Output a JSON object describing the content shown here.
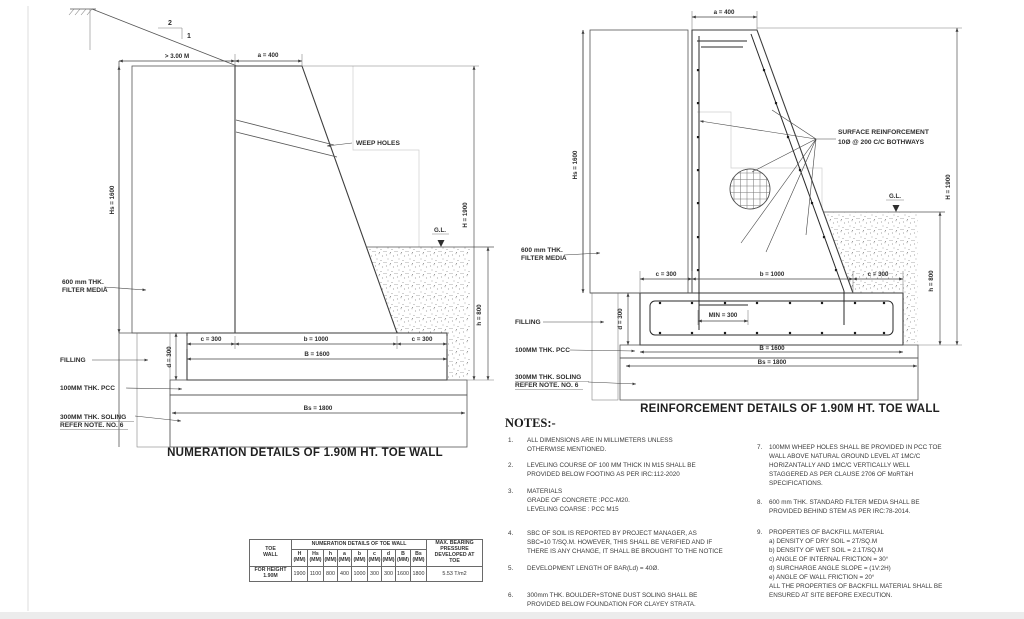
{
  "colors": {
    "line": "#3e3e3e",
    "text": "#2d2d2d",
    "faint_construction": "#cfcfcf"
  },
  "left": {
    "title": "NUMERATION DETAILS OF 1.90M HT. TOE WALL",
    "dim_offset": "> 3.00 M",
    "dim_a": "a = 400",
    "slope_2": "2",
    "slope_1": "1",
    "dim_hs": "Hs = 1600",
    "dim_H": "H = 1900",
    "dim_h": "h = 800",
    "gl": "G.L.",
    "weep": "WEEP HOLES",
    "filter1": "600 mm THK.",
    "filter2": "FILTER MEDIA",
    "filling": "FILLING",
    "pcc": "100MM THK. PCC",
    "soling1": "300MM THK. SOLING",
    "soling2": "REFER NOTE. NO. 6",
    "dim_c1": "c = 300",
    "dim_b": "b = 1000",
    "dim_c2": "c = 300",
    "dim_B": "B = 1600",
    "dim_d": "d = 300",
    "dim_Bs": "Bs = 1800"
  },
  "right": {
    "title": "REINFORCEMENT DETAILS OF 1.90M HT. TOE WALL",
    "dim_a": "a = 400",
    "dim_hs": "Hs = 1600",
    "dim_H": "H = 1900",
    "dim_h": "h = 800",
    "gl": "G.L.",
    "surf1": "SURFACE REINFORCEMENT",
    "surf2": "10Ø @ 200 C/C  BOTHWAYS",
    "filter1": "600 mm THK.",
    "filter2": "FILTER MEDIA",
    "filling": "FILLING",
    "pcc": "100MM THK. PCC",
    "soling1": "300MM THK. SOLING",
    "soling2": "REFER NOTE. NO. 6",
    "dim_c1": "c = 300",
    "dim_b": "b = 1000",
    "dim_c2": "c = 300",
    "dim_min": "MIN = 300",
    "dim_B": "B = 1600",
    "dim_d": "d = 300",
    "dim_Bs": "Bs = 1800"
  },
  "notes": {
    "heading": "NOTES:-",
    "col1": [
      {
        "n": "1.",
        "t": "ALL DIMENSIONS ARE IN MILLIMETERS UNLESS\nOTHERWISE MENTIONED."
      },
      {
        "n": "2.",
        "t": "LEVELING COURSE OF 100 MM THICK IN M15 SHALL BE\nPROVIDED BELOW FOOTING AS PER IRC:112-2020"
      },
      {
        "n": "3.",
        "t": "MATERIALS\nGRADE OF CONCRETE :PCC-M20.\nLEVELING COARSE : PCC M15"
      },
      {
        "n": "4.",
        "t": "SBC OF SOIL IS REPORTED BY PROJECT MANAGER, AS\nSBC=10 T/SQ.M. HOWEVER, THIS SHALL BE VERIFIED AND IF\nTHERE IS ANY CHANGE, IT SHALL BE BROUGHT TO THE NOTICE"
      },
      {
        "n": "5.",
        "t": "DEVELOPMENT LENGTH OF BAR(Ld) = 40Ø."
      },
      {
        "n": "6.",
        "t": "300mm THK. BOULDER+STONE DUST SOLING SHALL BE\nPROVIDED BELOW  FOUNDATION FOR CLAYEY STRATA."
      }
    ],
    "col2": [
      {
        "n": "7.",
        "t": "100MM WHEEP HOLES SHALL BE PROVIDED IN PCC TOE\nWALL ABOVE NATURAL GROUND LEVEL AT 1MC/C\nHORIZANTALLY AND 1MC/C VERTICALLY WELL\nSTAGGERED AS PER CLAUSE 2706 OF MoRT&H\nSPECIFICATIONS."
      },
      {
        "n": "8.",
        "t": "600 mm THK. STANDARD FILTER MEDIA SHALL BE\nPROVIDED BEHIND STEM AS PER IRC:78-2014."
      },
      {
        "n": "9.",
        "t": "PROPERTIES OF BACKFILL MATERIAL\na) DENSITY OF DRY SOIL = 2T/SQ.M\nb) DENSITY OF WET SOIL = 2.1T/SQ.M\nc) ANGLE OF INTERNAL FRICTION = 30°\nd) SURCHARGE ANGLE SLOPE = (1V:2H)\ne) ANGLE OF WALL FRICTION = 20°\nALL THE PROPERTIES OF BACKFILL MATERIAL SHALL BE\n      ENSURED AT SITE BEFORE EXECUTION."
      }
    ]
  },
  "table": {
    "col_toe_wall": "TOE\nWALL",
    "group_header": "NUMERATION DETAILS OF TOE WALL",
    "sub_headers": [
      "H",
      "Hs",
      "h",
      "a",
      "b",
      "c",
      "d",
      "B",
      "Bs"
    ],
    "sub_unit": "(MM)",
    "col_pressure": "MAX. BEARING\nPRESSURE\nDEVELOPED AT\nTOE",
    "row_label": "FOR HEIGHT\n1.90M",
    "values": [
      "1900",
      "1100",
      "800",
      "400",
      "1000",
      "300",
      "300",
      "1600",
      "1800"
    ],
    "pressure_value": "5.53 T/m2"
  }
}
